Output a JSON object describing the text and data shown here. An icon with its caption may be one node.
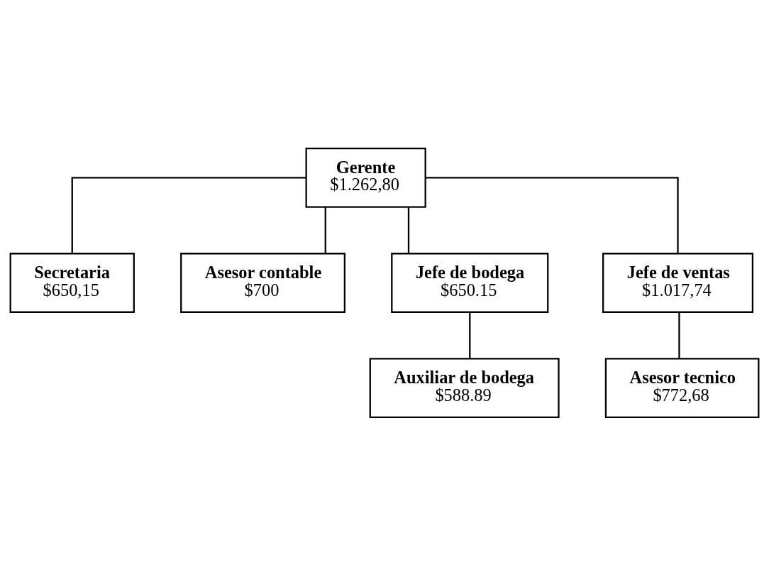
{
  "diagram": {
    "nodes": [
      {
        "text": [
          "Gerente",
          "$1.262,80"
        ]
      },
      {
        "text": [
          "Secretaria",
          "$650,15"
        ]
      },
      {
        "text": [
          "Asesor contable",
          "$700"
        ]
      },
      {
        "text": [
          "Jefe de bodega",
          "$650.15"
        ]
      },
      {
        "text": [
          "Auxiliar de bodega",
          "$588.89"
        ]
      },
      {
        "text": [
          "Jefe de ventas",
          "$1.017,74"
        ]
      },
      {
        "text": [
          "Asesor tecnico",
          "$772,68"
        ]
      }
    ],
    "edges": [
      {
        "from": 0,
        "to": 1,
        "arrow": "none"
      },
      {
        "from": 0,
        "to": 2,
        "arrow": "none"
      },
      {
        "from": 0,
        "to": 3,
        "arrow": "none"
      },
      {
        "from": 0,
        "to": 5,
        "arrow": "none"
      },
      {
        "from": 3,
        "to": 4,
        "arrow": "none"
      },
      {
        "from": 5,
        "to": 6,
        "arrow": "none"
      }
    ]
  }
}
